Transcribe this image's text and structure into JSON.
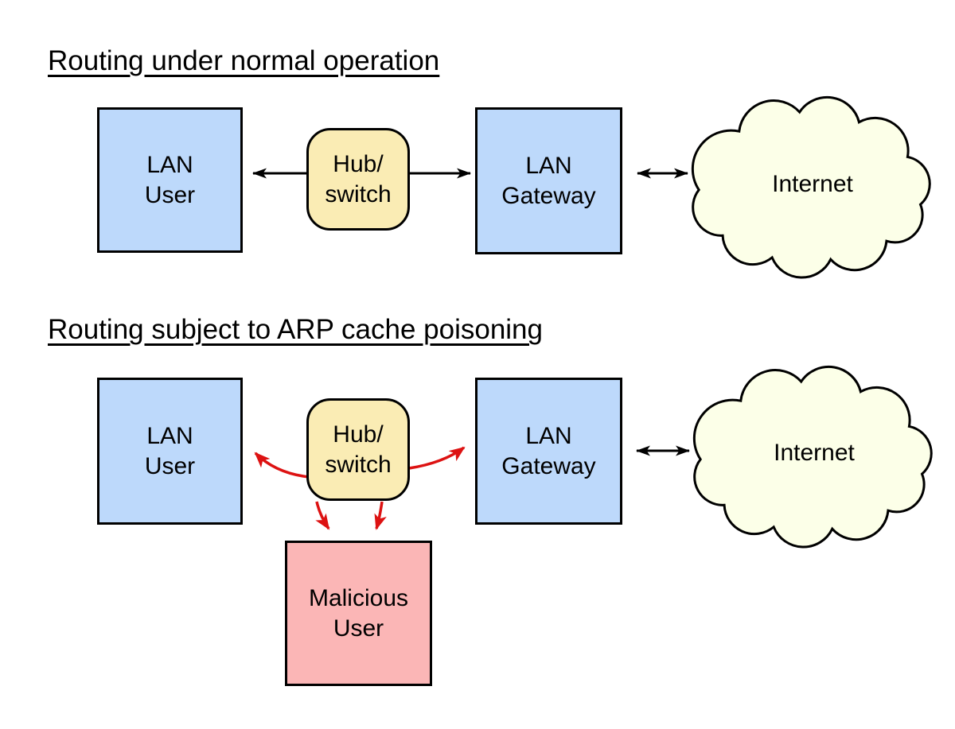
{
  "sections": [
    {
      "title": "Routing under normal operation",
      "nodes": {
        "lan_user": "LAN\nUser",
        "hub_switch": "Hub/\nswitch",
        "lan_gateway": "LAN\nGateway",
        "internet": "Internet"
      }
    },
    {
      "title": "Routing subject to ARP cache poisoning",
      "nodes": {
        "lan_user": "LAN\nUser",
        "hub_switch": "Hub/\nswitch",
        "lan_gateway": "LAN\nGateway",
        "internet": "Internet",
        "malicious_user": "Malicious\nUser"
      }
    }
  ],
  "colors": {
    "box_fill_blue": "#bdd9fb",
    "hub_fill_yellow": "#faecb4",
    "cloud_fill_cream": "#fcffe8",
    "malicious_fill_pink": "#fbb6b6",
    "outline_black": "#000000",
    "attack_arrow_red": "#dd1212"
  }
}
